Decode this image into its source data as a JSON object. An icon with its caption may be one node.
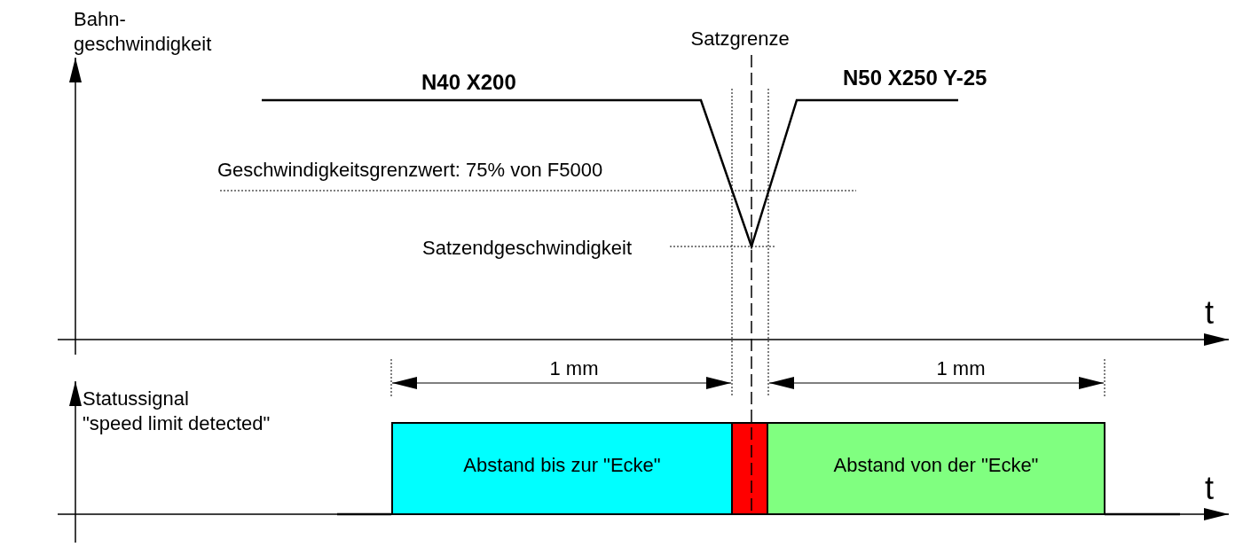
{
  "diagram": {
    "nodes": [
      {
        "text": [
          "Abstand bis zur \"Ecke\""
        ]
      },
      {
        "text": [],
        "shape": "box"
      },
      {
        "text": [
          "Abstand von der \"Ecke\""
        ]
      }
    ],
    "edges": [],
    "labels": [
      "Bahn- geschwindigkeit",
      "Satzgrenze",
      "N40 X200",
      "N50 X250 Y-25",
      "Geschwindigkeitsgrenzwert: 75% von F5000",
      "Satzendgeschwindigkeit",
      "t",
      "1 mm",
      "1 mm",
      "Statussignal \"speed limit detected\"",
      "t"
    ]
  }
}
